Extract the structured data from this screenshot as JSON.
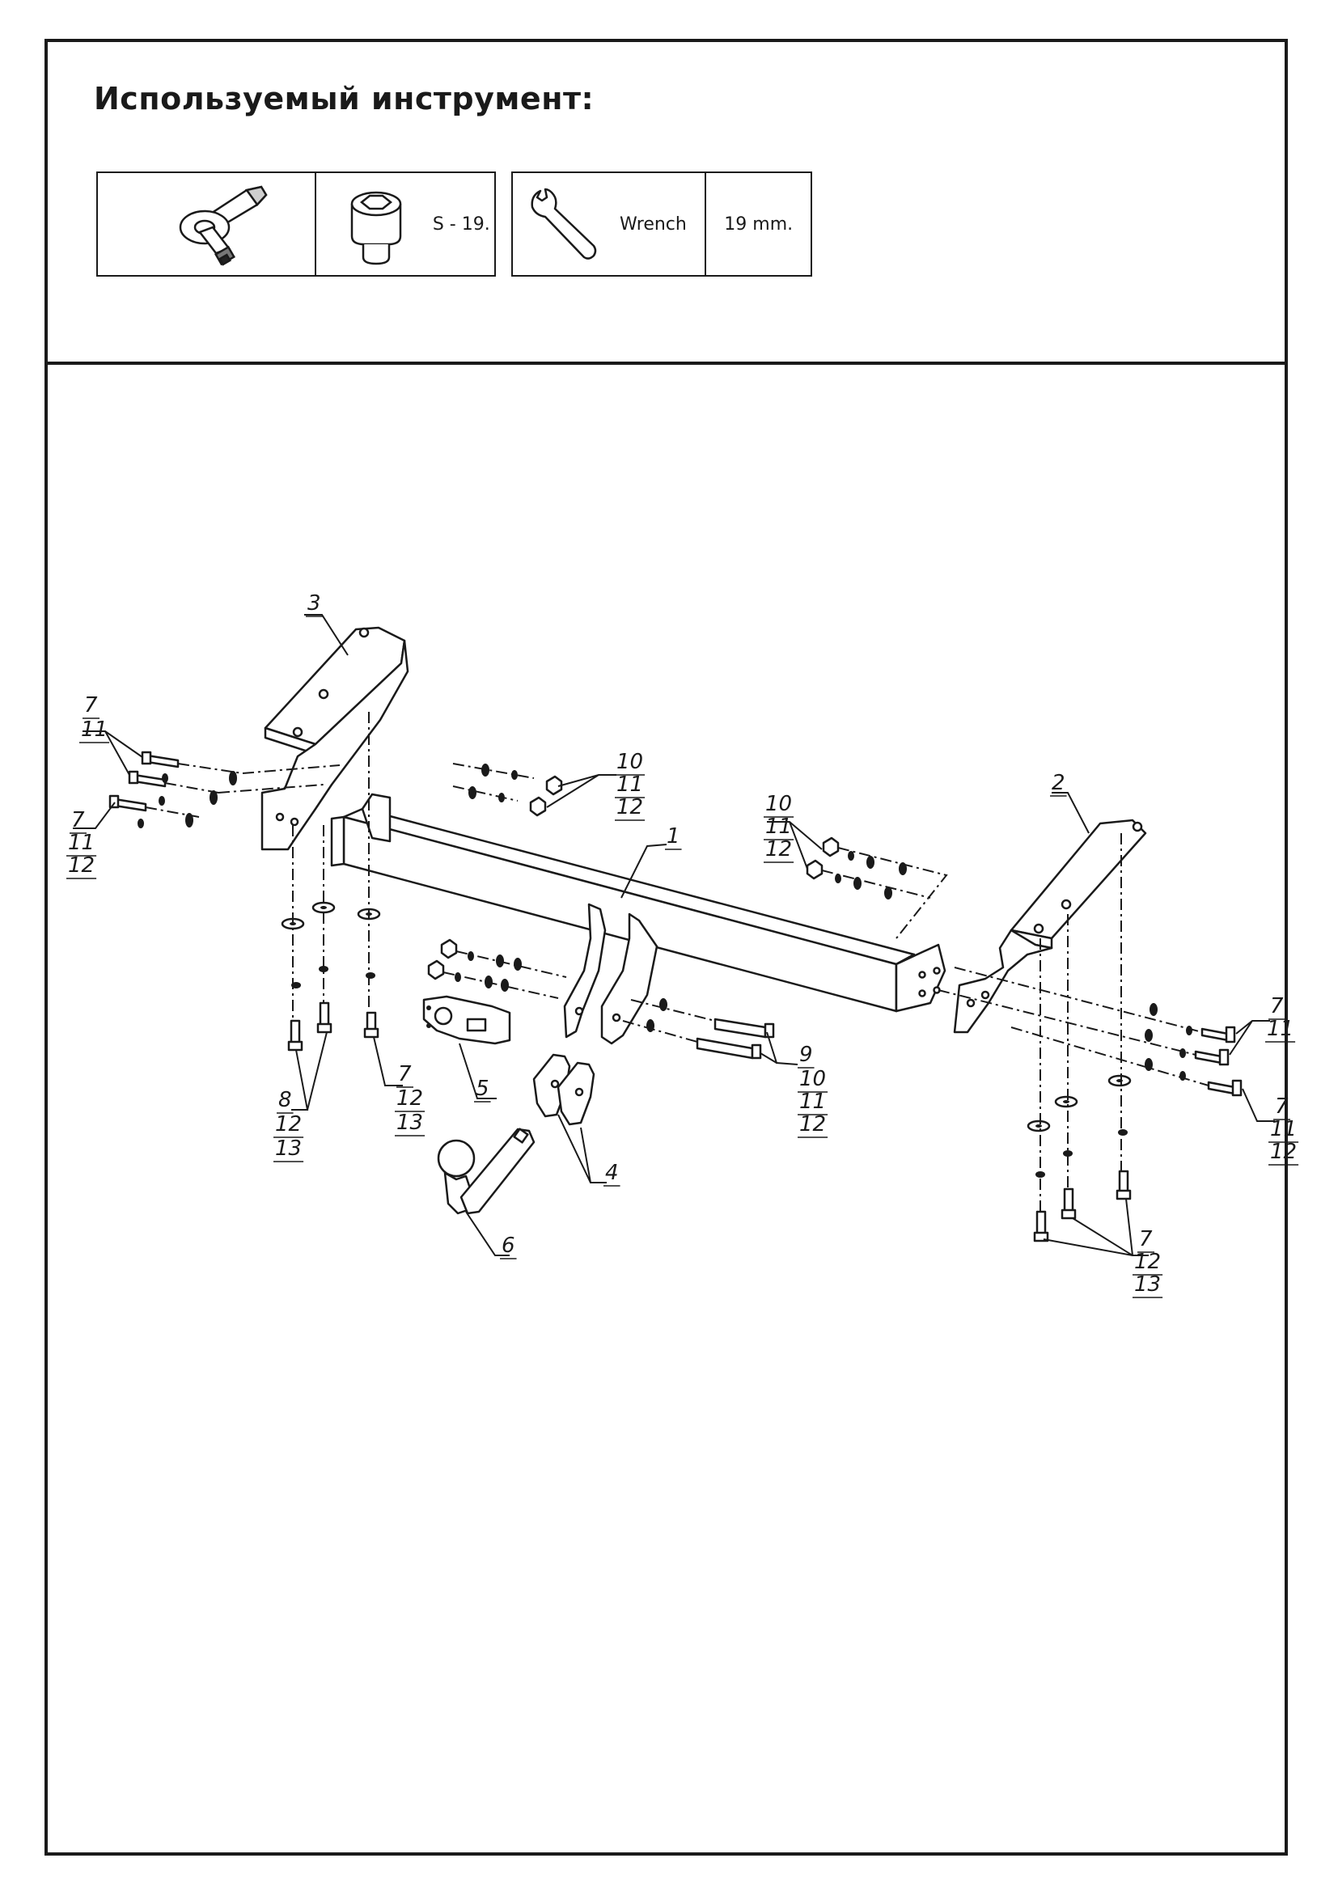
{
  "header": {
    "title": "Используемый инструмент:"
  },
  "tools": [
    {
      "icon": "ratchet-icon",
      "label": ""
    },
    {
      "icon": "socket-icon",
      "label": "S - 19."
    },
    {
      "icon": "wrench-icon",
      "label": "Wrench"
    },
    {
      "icon": "",
      "label": "19 mm."
    }
  ],
  "parts": {
    "p1": "1",
    "p2": "2",
    "p3": "3",
    "p4": "4",
    "p5": "5",
    "p6": "6",
    "p7": "7",
    "p8": "8",
    "p9": "9",
    "p10": "10",
    "p11": "11",
    "p12": "12",
    "p13": "13"
  }
}
